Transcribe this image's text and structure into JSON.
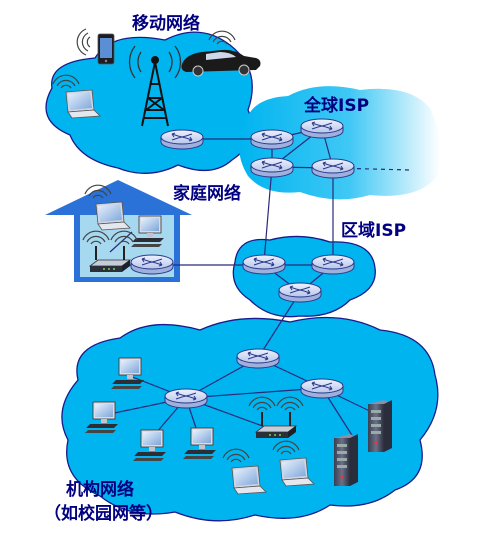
{
  "labels": {
    "mobile_network": "移动网络",
    "global_isp": "全球ISP",
    "home_network": "家庭网络",
    "regional_isp": "区域ISP",
    "institutional_network_line1": "机构网络",
    "institutional_network_line2": "（如校园网等）"
  },
  "icons": {
    "router": "router-icon",
    "cell_tower": "cell-tower-icon",
    "smartphone": "smartphone-icon",
    "car": "car-icon",
    "laptop": "laptop-icon",
    "desktop": "desktop-computer-icon",
    "wireless_ap": "wireless-access-point-icon",
    "server": "server-icon",
    "house": "house-icon"
  },
  "colors": {
    "cloud_fill": "#00b4f0",
    "cloud_stroke": "#1a1a8a",
    "label": "#000080",
    "link": "#2a2a7a",
    "router_fill": "#c9d3ee",
    "router_stroke": "#2a3a8a",
    "house": "#2a72d8"
  }
}
